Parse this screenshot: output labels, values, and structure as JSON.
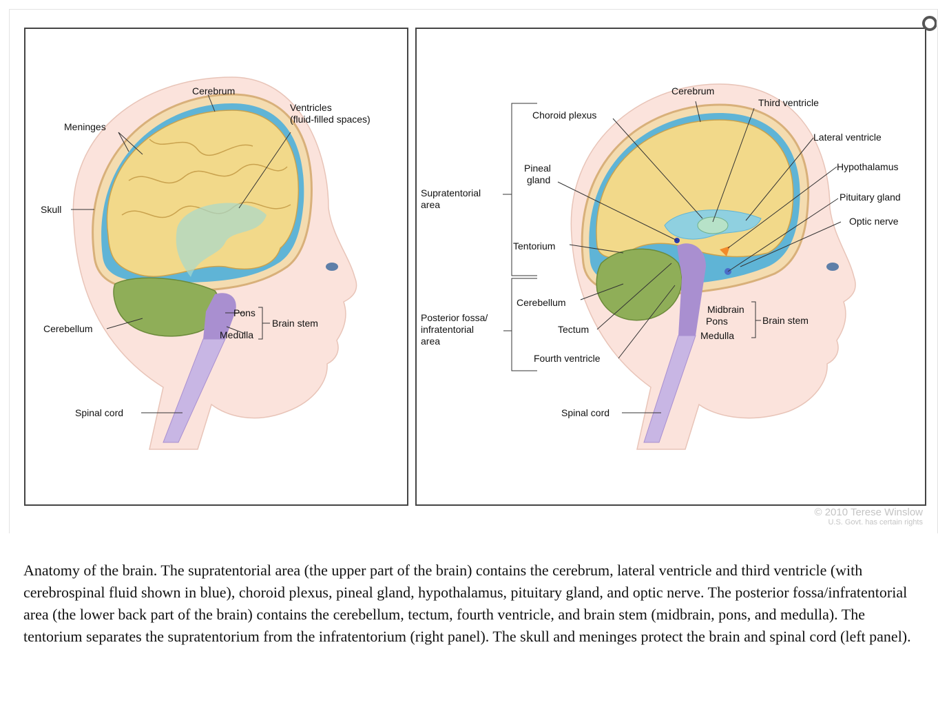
{
  "left_panel": {
    "labels": {
      "cerebrum": "Cerebrum",
      "ventricles_1": "Ventricles",
      "ventricles_2": "(fluid-filled spaces)",
      "meninges": "Meninges",
      "skull": "Skull",
      "cerebellum": "Cerebellum",
      "pons": "Pons",
      "medulla": "Medulla",
      "brain_stem": "Brain stem",
      "spinal_cord": "Spinal cord"
    }
  },
  "right_panel": {
    "labels": {
      "cerebrum": "Cerebrum",
      "third_ventricle": "Third ventricle",
      "choroid_plexus": "Choroid plexus",
      "lateral_ventricle": "Lateral ventricle",
      "pineal_1": "Pineal",
      "pineal_2": "gland",
      "hypothalamus": "Hypothalamus",
      "supratentorial_1": "Supratentorial",
      "supratentorial_2": "area",
      "pituitary": "Pituitary gland",
      "optic_nerve": "Optic nerve",
      "tentorium": "Tentorium",
      "cerebellum": "Cerebellum",
      "midbrain": "Midbrain",
      "pons": "Pons",
      "medulla": "Medulla",
      "brain_stem": "Brain stem",
      "posterior_1": "Posterior fossa/",
      "posterior_2": "infratentorial",
      "posterior_3": "area",
      "tectum": "Tectum",
      "fourth_ventricle": "Fourth ventricle",
      "spinal_cord": "Spinal cord"
    }
  },
  "credit": {
    "line1": "© 2010 Terese Winslow",
    "line2": "U.S. Govt. has certain rights"
  },
  "caption": "Anatomy of the brain. The supratentorial area (the upper part of the brain) contains the cerebrum, lateral ventricle and third ventricle (with cerebrospinal fluid shown in blue), choroid plexus, pineal gland, hypothalamus, pituitary gland, and optic nerve. The posterior fossa/infratentorial area (the lower back part of the brain) contains the cerebellum, tectum, fourth ventricle, and brain stem (midbrain, pons, and medulla). The tentorium separates the supratentorium from the infratentorium (right panel). The skull and meninges protect the brain and spinal cord (left panel).",
  "colors": {
    "brain": "#f2d98a",
    "cerebellum": "#8fae58",
    "brainstem": "#a98fd0",
    "csf": "#5fb4d6",
    "skin": "#fbe3dc"
  }
}
